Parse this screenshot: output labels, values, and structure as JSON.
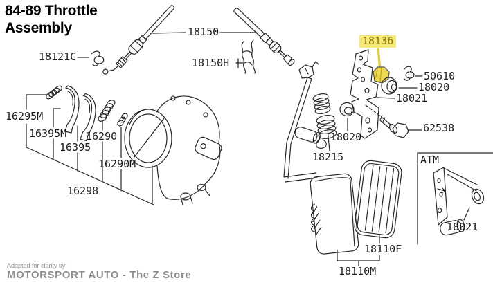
{
  "title": {
    "line1": "84-89 Throttle",
    "line2": "Assembly"
  },
  "parts": {
    "cable_clip": "18121C",
    "cable": "18150",
    "cable_clamp": "18150H",
    "pivot_nut": "18136",
    "snap_ring": "50610",
    "grommet_upper": "18020",
    "pedal_bracket": "18021",
    "stopper_bolt": "62538",
    "grommet_lower": "18020",
    "return_spring": "18215",
    "spring_16295m": "16295M",
    "cam_16395m": "16395M",
    "spring_16290": "16290",
    "cam_16395": "16395",
    "spring_16290m": "16290M",
    "throttle_body": "16298",
    "pedal_pad": "18110F",
    "pedal_assembly": "18110M",
    "inset_tag": "ATM",
    "inset_bracket": "18021"
  },
  "footer": {
    "tagline": "Adapted for clarity by:",
    "brand": "MOTORSPORT AUTO - The Z Store"
  },
  "colors": {
    "highlight_bg": "#f5e87a",
    "highlight_text": "#8a7600",
    "highlight_line": "#e4d045",
    "line_art": "#262626",
    "muted_text": "#8d8d8d"
  }
}
